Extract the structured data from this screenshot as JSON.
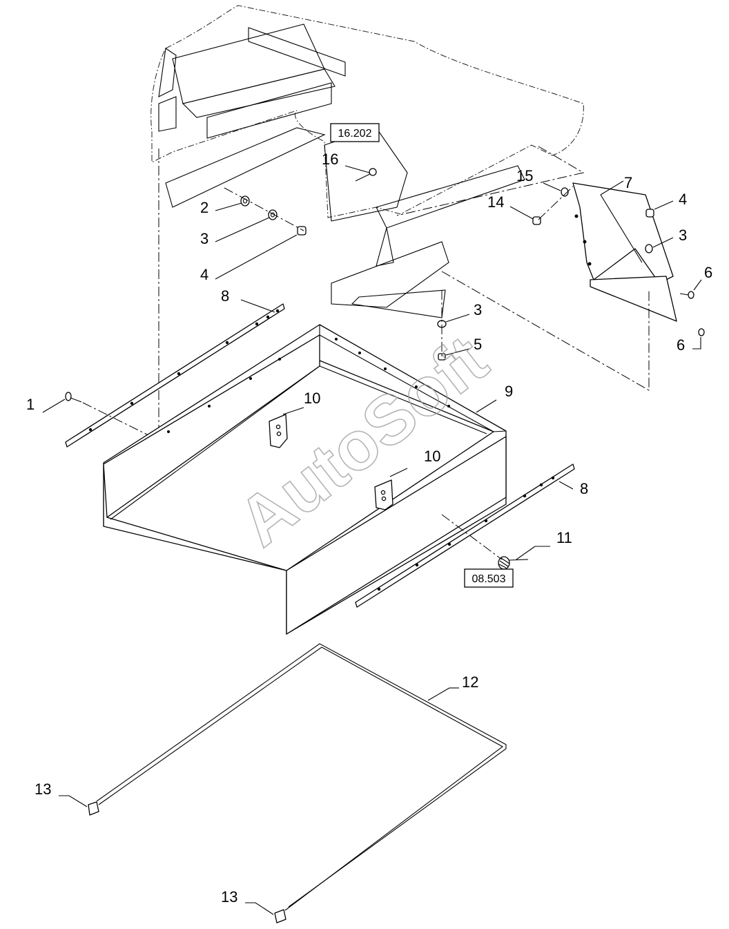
{
  "watermark": "AutoSoft",
  "reference_boxes": {
    "upper": "16.202",
    "lower": "08.503"
  },
  "callouts": {
    "c1": "1",
    "c2": "2",
    "c3a": "3",
    "c4a": "4",
    "c8a": "8",
    "c16": "16",
    "c15": "15",
    "c14": "14",
    "c7": "7",
    "c4b": "4",
    "c3b": "3",
    "c6a": "6",
    "c3c": "3",
    "c5": "5",
    "c6b": "6",
    "c9": "9",
    "c10a": "10",
    "c10b": "10",
    "c8b": "8",
    "c11": "11",
    "c12": "12",
    "c13a": "13",
    "c13b": "13"
  }
}
